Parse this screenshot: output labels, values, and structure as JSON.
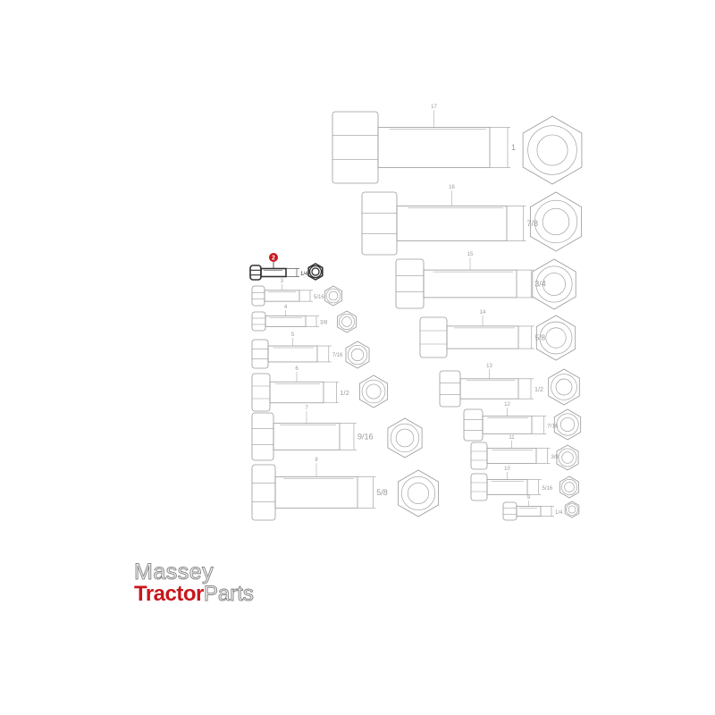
{
  "diagram": {
    "highlight_color": "#c8161d",
    "line_color": "#9a9a9a",
    "highlighted_item": "2",
    "bolts_left": [
      {
        "item": "2",
        "size": "1/4"
      },
      {
        "item": "3",
        "size": "5/16"
      },
      {
        "item": "4",
        "size": "3/8"
      },
      {
        "item": "5",
        "size": "7/16"
      },
      {
        "item": "6",
        "size": "1/2"
      },
      {
        "item": "7",
        "size": "9/16"
      },
      {
        "item": "8",
        "size": "5/8"
      }
    ],
    "bolts_right": [
      {
        "item": "17",
        "size": "1"
      },
      {
        "item": "16",
        "size": "7/8"
      },
      {
        "item": "15",
        "size": "3/4"
      },
      {
        "item": "14",
        "size": "5/8"
      },
      {
        "item": "13",
        "size": "1/2"
      },
      {
        "item": "12",
        "size": "7/16"
      },
      {
        "item": "11",
        "size": "3/8"
      },
      {
        "item": "10",
        "size": "5/16"
      },
      {
        "item": "9",
        "size": "1/4"
      }
    ]
  },
  "logo": {
    "line1": "Massey",
    "line2_bold": "Tractor",
    "line2_light": "Parts"
  }
}
